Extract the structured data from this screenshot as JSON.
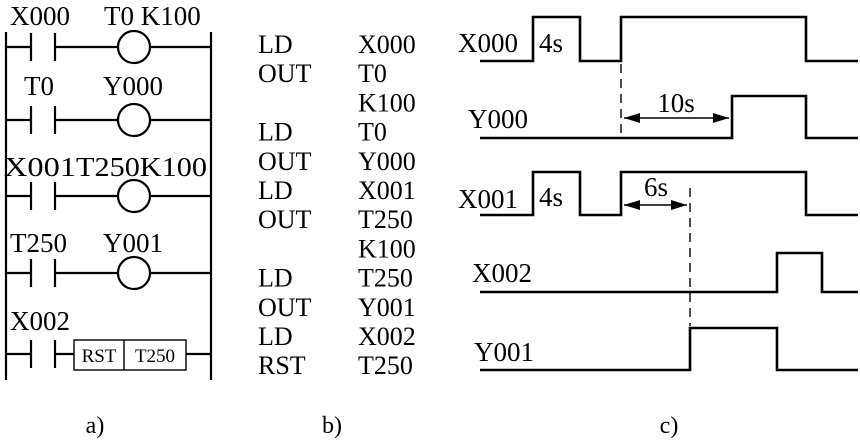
{
  "ladder": {
    "rungs": [
      {
        "contact": "X000",
        "coil": "T0 K100"
      },
      {
        "contact": "T0",
        "coil": "Y000"
      },
      {
        "contact": "X001",
        "coil": "T250K100"
      },
      {
        "contact": "T250",
        "coil": "Y001"
      },
      {
        "contact": "X002",
        "rst_label": "RST",
        "rst_target": "T250"
      }
    ],
    "caption": "a)"
  },
  "program": {
    "lines": [
      {
        "op": "LD",
        "arg": "X000"
      },
      {
        "op": "OUT",
        "arg": "T0"
      },
      {
        "op": "",
        "arg": "K100"
      },
      {
        "op": "LD",
        "arg": "T0"
      },
      {
        "op": "OUT",
        "arg": "Y000"
      },
      {
        "op": "LD",
        "arg": "X001"
      },
      {
        "op": "OUT",
        "arg": "T250"
      },
      {
        "op": "",
        "arg": "K100"
      },
      {
        "op": "LD",
        "arg": "T250"
      },
      {
        "op": "OUT",
        "arg": "Y001"
      },
      {
        "op": "LD",
        "arg": "X002"
      },
      {
        "op": "RST",
        "arg": "T250"
      }
    ],
    "caption": "b)"
  },
  "timing": {
    "signals": [
      {
        "name": "X000",
        "pulse_note": "4s"
      },
      {
        "name": "Y000"
      },
      {
        "name": "X001",
        "pulse_note": "4s"
      },
      {
        "name": "X002"
      },
      {
        "name": "Y001"
      }
    ],
    "delays": [
      {
        "label": "10s"
      },
      {
        "label": "6s"
      }
    ],
    "caption": "c)"
  }
}
